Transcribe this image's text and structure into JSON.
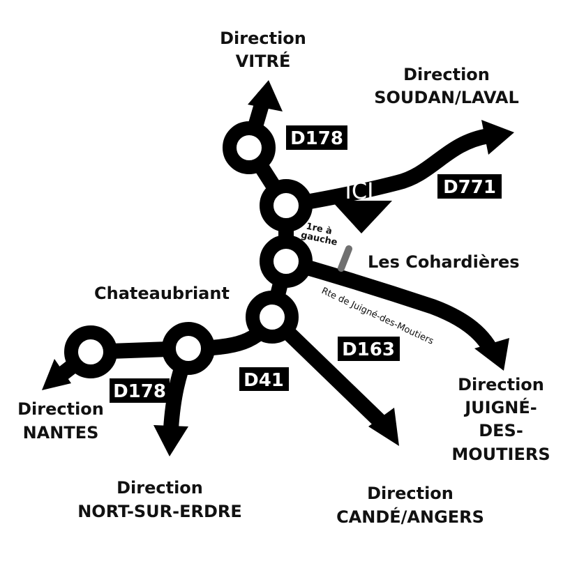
{
  "directions": {
    "vitre": [
      "Direction",
      "VITRÉ"
    ],
    "soudan": [
      "Direction",
      "SOUDAN/LAVAL"
    ],
    "juigne": [
      "Direction",
      "JUIGNÉ-",
      "DES-",
      "MOUTIERS"
    ],
    "cande": [
      "Direction",
      "CANDÉ/ANGERS"
    ],
    "nort": [
      "Direction",
      "NORT-SUR-ERDRE"
    ],
    "nantes": [
      "Direction",
      "NANTES"
    ]
  },
  "roads": {
    "d178_north": "D178",
    "d771": "D771",
    "d163": "D163",
    "d41": "D41",
    "d178_south": "D178"
  },
  "places": {
    "ici": "ICI",
    "turn_hint": [
      "1re à",
      "gauche"
    ],
    "cohardieres": "Les Cohardières",
    "chateaubriant": "Chateaubriant",
    "route_name": "Rte de Juigné-des-Moutiers"
  },
  "colors": {
    "road": "#000000",
    "lane": "#707070",
    "background": "#ffffff"
  }
}
